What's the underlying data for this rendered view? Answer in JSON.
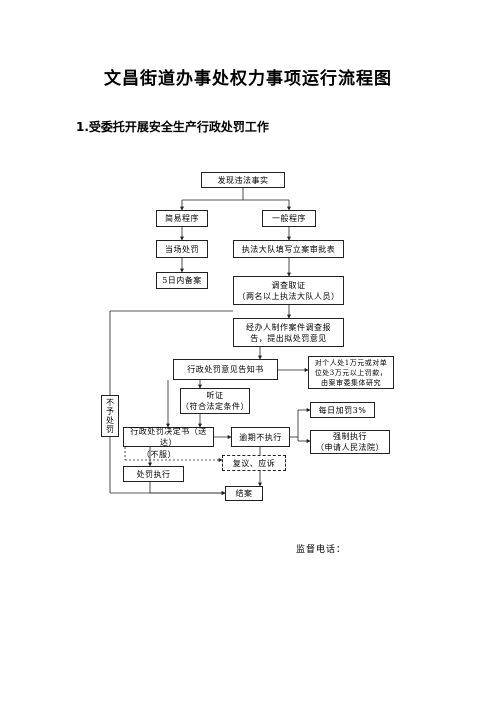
{
  "title": "文昌街道办事处权力事项运行流程图",
  "subtitle": "1.受委托开展安全生产行政处罚工作",
  "footer": {
    "phone_label": "监督电话："
  },
  "nodes": {
    "discover": "发现违法事实",
    "simple": "简易程序",
    "general": "一般程序",
    "onsite": "当场处罚",
    "record5": "5日内备案",
    "filing": "执法大队填写立案审批表",
    "investigate": "调查取证\n（两名以上执法大队人员）",
    "report": "经办人制作案件调查报\n告，提出拟处罚意见",
    "notice": "行政处罚意见告知书",
    "collective": "对个人处1万元或对单\n位处3万元以上罚款，\n由案审委集体研究",
    "hearing": "听证\n（符合法定条件）",
    "decision": "行政处罚决定书（送达）",
    "overdue": "逾期不执行",
    "daily": "每日加罚3%",
    "enforce": "强制执行\n（申请人民法院）",
    "objection": "（不服）",
    "review": "复议、应诉",
    "execute": "处罚执行",
    "close": "结案",
    "no_penalty": "不予处罚"
  }
}
